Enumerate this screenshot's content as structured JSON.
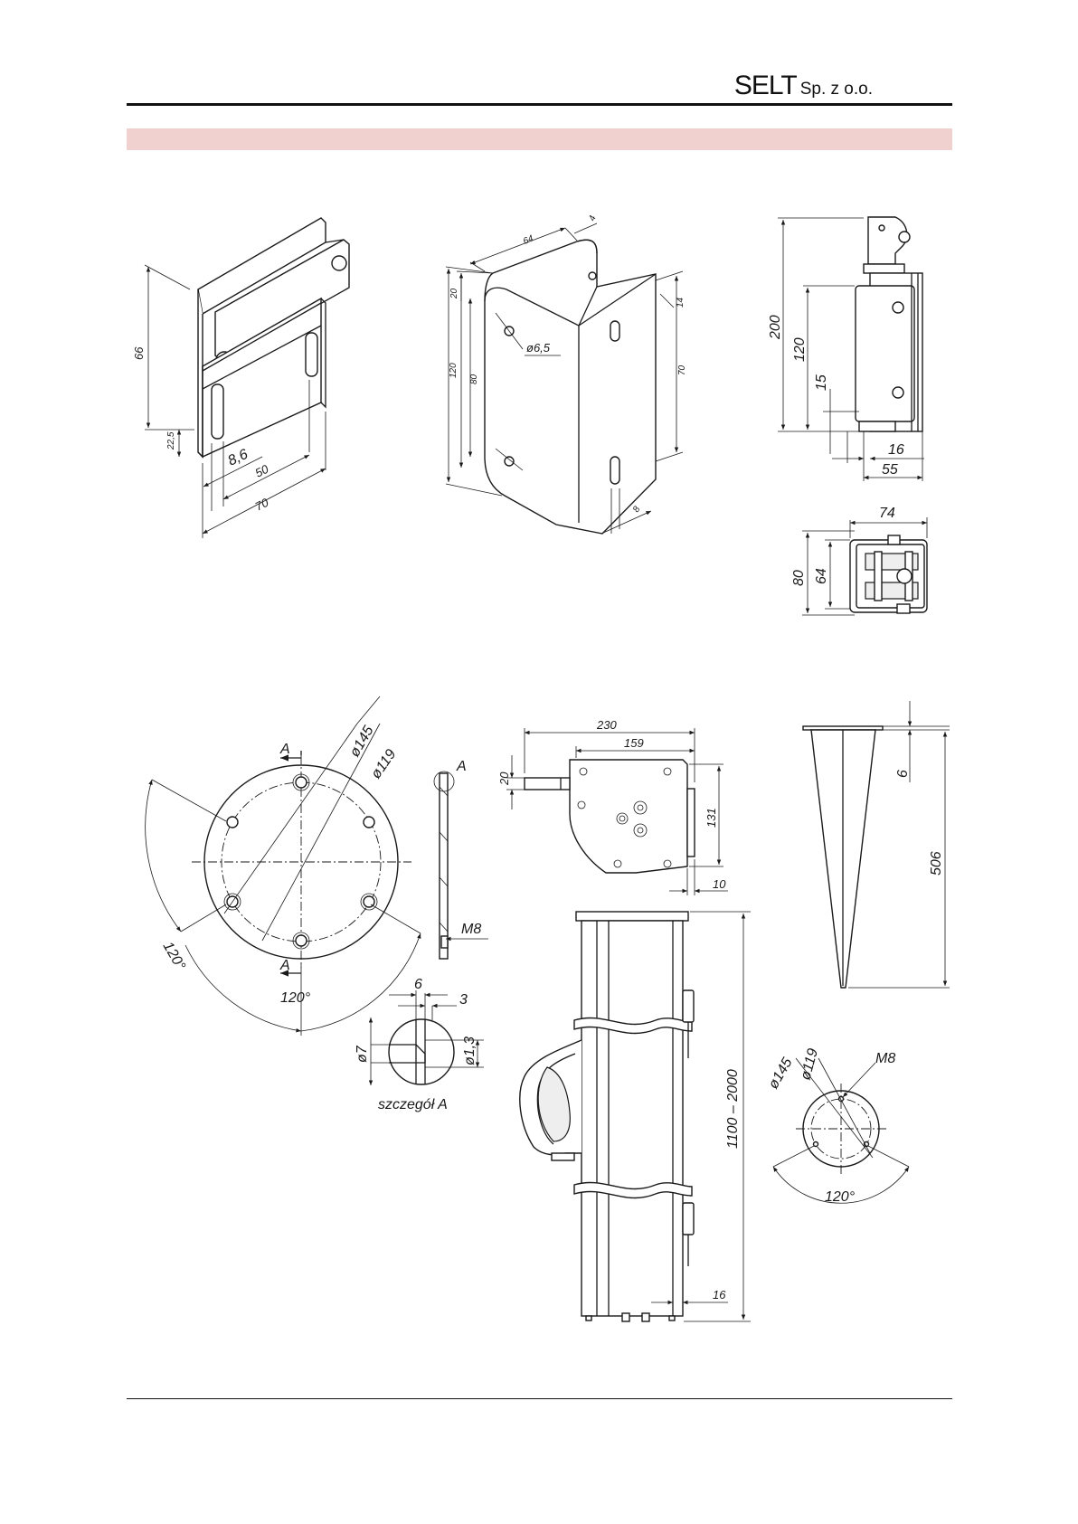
{
  "header": {
    "company": "SELT",
    "company_suffix": "Sp. z o.o."
  },
  "bracket_view": {
    "dims": {
      "d66": "66",
      "d22_5": "22,5",
      "d8_6": "8,6",
      "d50": "50",
      "d70": "70"
    }
  },
  "u_bracket_view": {
    "dims": {
      "d64": "64",
      "d4": "4",
      "d20": "20",
      "d120": "120",
      "d80": "80",
      "d70": "70",
      "d8": "8",
      "d14": "14",
      "hole": "ø6,5"
    }
  },
  "side_view": {
    "dims": {
      "d200": "200",
      "d120": "120",
      "d15": "15",
      "d16": "16",
      "d55": "55"
    }
  },
  "top_view": {
    "dims": {
      "d74": "74",
      "d80": "80",
      "d64": "64"
    }
  },
  "base_plate": {
    "dims": {
      "d145": "ø145",
      "d119": "ø119",
      "a1": "A",
      "a2": "A",
      "angle_outer": "120°",
      "angle_bottom": "120°"
    }
  },
  "plate_section": {
    "dims": {
      "label": "A",
      "thread": "M8"
    }
  },
  "detail_a": {
    "dims": {
      "d6": "6",
      "d3": "3",
      "d7": "ø7",
      "d13": "ø1,3"
    },
    "caption": "szczegół A"
  },
  "head_view": {
    "dims": {
      "d230": "230",
      "d159": "159",
      "d20": "20",
      "d131": "131",
      "d10": "10"
    }
  },
  "column_view": {
    "dims": {
      "length": "1100 – 2000",
      "d16": "16"
    }
  },
  "spike_view": {
    "dims": {
      "d6": "6",
      "d506": "506"
    }
  },
  "small_plate": {
    "dims": {
      "d145": "ø145",
      "d119": "ø119",
      "thread": "M8",
      "angle": "120°"
    }
  }
}
